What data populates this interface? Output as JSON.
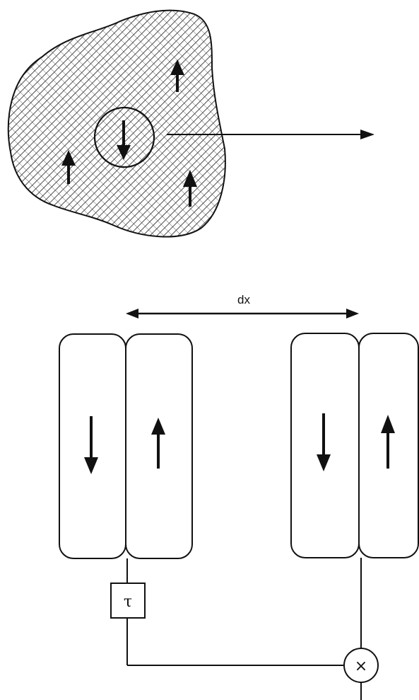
{
  "diagram": {
    "dx_label": "dx",
    "delay_label": "τ",
    "multiply_label": "×",
    "colors": {
      "ink": "#111111",
      "background": "#ffffff"
    },
    "icons": {
      "texture": "hatched-texture",
      "up_arrow": "up-arrow-icon",
      "down_arrow": "down-arrow-icon",
      "motion_arrow": "right-arrow-icon"
    }
  }
}
